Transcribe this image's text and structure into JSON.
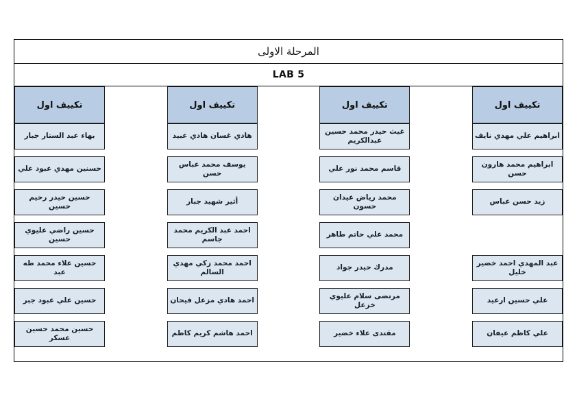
{
  "header": {
    "stage_title": "المرحلة الاولى",
    "lab_title": "LAB 5"
  },
  "colors": {
    "header_cell_fill": "#b8cce4",
    "body_cell_fill": "#dce6f1",
    "border": "#1f1f1f",
    "page_background": "#ffffff",
    "text": "#16202b"
  },
  "table": {
    "column_header_label": "تكييف اول",
    "row_count": 7,
    "columns": [
      {
        "header": "تكييف اول",
        "cells": [
          "بهاء عبد الستار جبار",
          "حسنين مهدي عبود علي",
          "حسين حيدر رحيم حسين",
          "حسين راضي عليوي حسين",
          "حسين علاء محمد طه عبد",
          "حسين علي عبود جبر",
          "حسين محمد حسين عسكر"
        ]
      },
      {
        "header": "تكييف اول",
        "cells": [
          "هادي غسان هادي عبيد",
          "يوسف محمد عباس حسن",
          "أثير شهيد جبار",
          "احمد عبد الكريم محمد جاسم",
          "احمد محمد زكي مهدي السالم",
          "احمد هادي مزعل فيحان",
          "احمد هاشم كريم كاظم"
        ]
      },
      {
        "header": "تكييف اول",
        "cells": [
          "غيث حيدر محمد حسين عبدالكريم",
          "قاسم محمد نور علي",
          "محمد رياض عيدان حسون",
          "محمد علي حاتم طاهر",
          "مدرك حيدر جواد",
          "مرتضى سلام عليوي خزعل",
          "مقتدى علاء خضير"
        ]
      },
      {
        "header": "تكييف اول",
        "cells": [
          "ابراهيم علي مهدي نايف",
          "ابراهيم محمد هارون حسن",
          "زيد حسن عباس",
          "",
          "عبد المهدي احمد خضير خليل",
          "علي حسين ارعيد",
          "علي كاظم عيفان"
        ]
      }
    ]
  }
}
